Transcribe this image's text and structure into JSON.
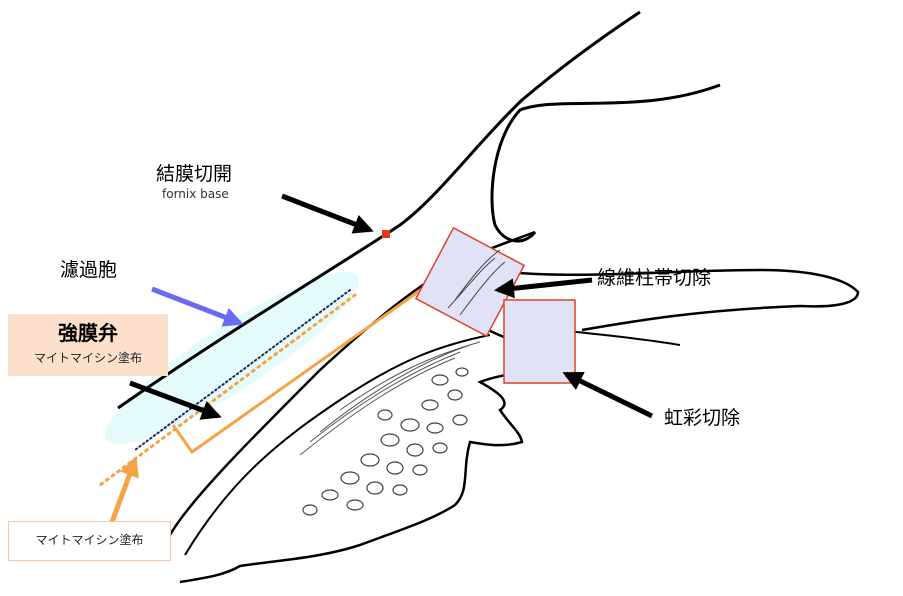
{
  "labels": {
    "conjunctival_incision": "結膜切開",
    "fornix_base": "fornix base",
    "bleb": "濾過胞",
    "scleral_flap": "強膜弁",
    "mmc_flap": "マイトマイシン塗布",
    "trabeculectomy": "線維柱帯切除",
    "iridectomy": "虹彩切除",
    "mmc_bottom": "マイトマイシン塗布"
  },
  "colors": {
    "outline": "#000000",
    "bleb_fill": "#e4fafb",
    "orange": "#f5a347",
    "incision_marker": "#e8331c",
    "resection_box_fill": "#e2e2f6",
    "resection_box_stroke": "#d9442b",
    "blue_arrow": "#6b6bf2",
    "label_box": "#fde0cc"
  }
}
